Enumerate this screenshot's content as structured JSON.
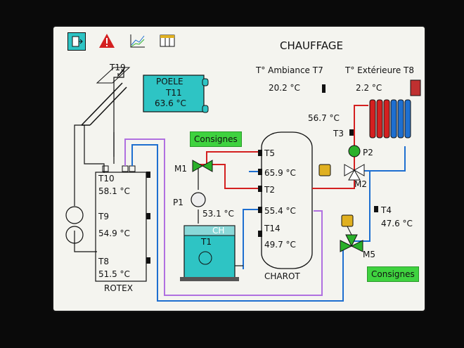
{
  "header": {
    "title": "CHAUFFAGE"
  },
  "toolbar": {
    "icons": [
      "door-exit-icon",
      "warning-icon",
      "chart-icon",
      "table-icon"
    ]
  },
  "outdoor": {
    "ambiance_label": "T° Ambiance T7",
    "ambiance_value": "20.2 °C",
    "exterieure_label": "T° Extérieure T8",
    "exterieure_value": "2.2 °C"
  },
  "poele": {
    "name": "POELE",
    "sensor": "T11",
    "value": "63.6 °C"
  },
  "solar": {
    "sensor": "T19"
  },
  "rotex": {
    "name": "ROTEX",
    "t10_label": "T10",
    "t10_value": "58.1 °C",
    "t9_label": "T9",
    "t9_value": "54.9 °C",
    "t8_label": "T8",
    "t8_value": "51.5 °C"
  },
  "charot": {
    "name": "CHAROT",
    "t5_label": "T5",
    "t5_value": "65.9 °C",
    "t2_label": "T2",
    "t2_value": "55.4 °C",
    "t14_label": "T14",
    "t14_value": "49.7 °C"
  },
  "boiler": {
    "brand": "CH",
    "sensor": "T1",
    "value": "53.1 °C"
  },
  "consignes": {
    "top": "Consignes",
    "bottom": "Consignes"
  },
  "valves": {
    "m1": "M1",
    "m2": "M2",
    "m5": "M5"
  },
  "pumps": {
    "p1": "P1",
    "p2": "P2"
  },
  "radiator": {
    "t3_label": "T3",
    "t3_value": "56.7 °C"
  },
  "return_line": {
    "t4_label": "T4",
    "t4_value": "47.6 °C"
  },
  "colors": {
    "hot": "#d42020",
    "cold": "#1e6fd0",
    "solar": "#b070e0",
    "tank": "#2ec4c4"
  }
}
